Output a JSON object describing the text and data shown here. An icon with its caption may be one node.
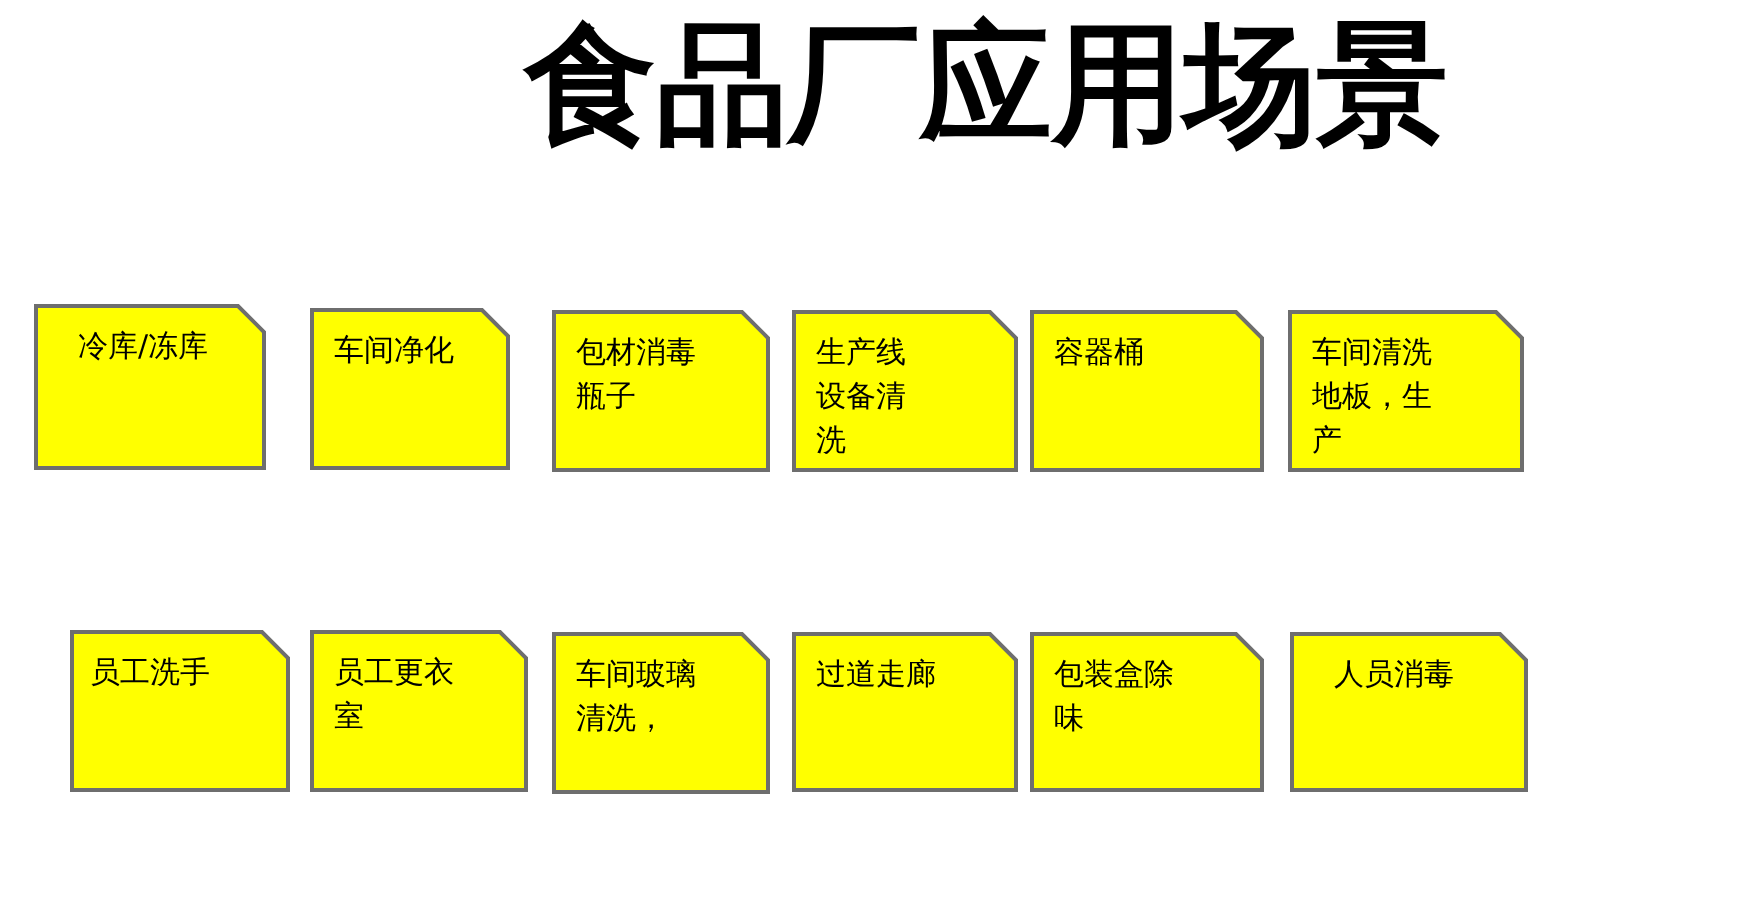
{
  "diagram": {
    "title": "食品厂应用场景",
    "nodes": [
      {
        "text": [
          "冷库/冻库"
        ]
      },
      {
        "text": [
          "车间净化"
        ]
      },
      {
        "text": [
          "包材消毒瓶子"
        ]
      },
      {
        "text": [
          "生产线设备清洗"
        ]
      },
      {
        "text": [
          "容器桶"
        ]
      },
      {
        "text": [
          "车间清洗地板，生产"
        ]
      },
      {
        "text": [
          "员工洗手"
        ]
      },
      {
        "text": [
          "员工更衣室"
        ]
      },
      {
        "text": [
          "车间玻璃清洗，"
        ]
      },
      {
        "text": [
          "过道走廊"
        ]
      },
      {
        "text": [
          "包装盒除味"
        ]
      },
      {
        "text": [
          "人员消毒"
        ]
      }
    ]
  }
}
